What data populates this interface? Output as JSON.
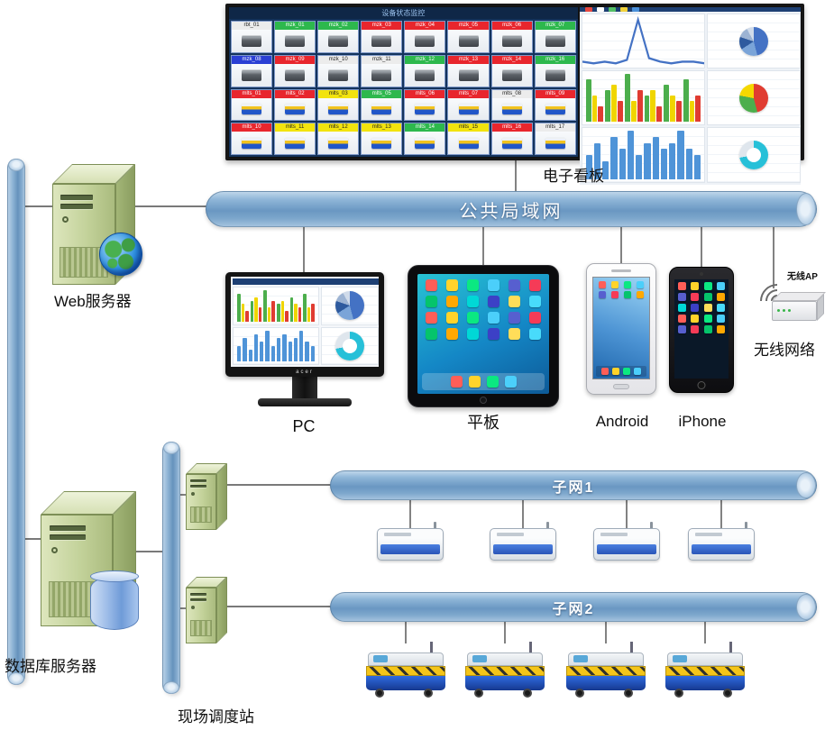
{
  "labels": {
    "kanban": "电子看板",
    "lan": "公共局域网",
    "web_server": "Web服务器",
    "pc": "PC",
    "tablet": "平板",
    "android": "Android",
    "iphone": "iPhone",
    "wireless_ap": "无线AP",
    "wireless_network": "无线网络",
    "db_server": "数据库服务器",
    "dispatch_station": "现场调度站",
    "subnet1": "子网1",
    "subnet2": "子网2"
  },
  "kanban": {
    "title": "设备状态监控",
    "status_colors": {
      "green": "#2db84d",
      "red": "#e8262d",
      "yellow": "#f2e30e",
      "blue": "#2a3fd4",
      "white": "#ececec"
    },
    "legend_colors": [
      "#e8483f",
      "#ffffff",
      "#53c065",
      "#f2d23a",
      "#4a90d9"
    ],
    "tiles": [
      {
        "id": "rbt_01",
        "color": "white",
        "img": "machine"
      },
      {
        "id": "mzk_01",
        "color": "green",
        "img": "machine"
      },
      {
        "id": "mzk_02",
        "color": "green",
        "img": "machine"
      },
      {
        "id": "mzk_03",
        "color": "red",
        "img": "machine"
      },
      {
        "id": "mzk_04",
        "color": "red",
        "img": "machine"
      },
      {
        "id": "mzk_05",
        "color": "red",
        "img": "machine"
      },
      {
        "id": "mzk_06",
        "color": "red",
        "img": "machine"
      },
      {
        "id": "mzk_07",
        "color": "green",
        "img": "machine"
      },
      {
        "id": "mzk_08",
        "color": "blue",
        "img": "machine"
      },
      {
        "id": "mzk_09",
        "color": "red",
        "img": "machine"
      },
      {
        "id": "mzk_10",
        "color": "white",
        "img": "machine"
      },
      {
        "id": "mzk_11",
        "color": "white",
        "img": "machine"
      },
      {
        "id": "mzk_12",
        "color": "green",
        "img": "machine"
      },
      {
        "id": "mzk_13",
        "color": "red",
        "img": "machine"
      },
      {
        "id": "mzk_14",
        "color": "red",
        "img": "machine"
      },
      {
        "id": "mzk_16",
        "color": "green",
        "img": "machine"
      },
      {
        "id": "mlts_01",
        "color": "red",
        "img": "agv"
      },
      {
        "id": "mlts_02",
        "color": "red",
        "img": "agv"
      },
      {
        "id": "mlts_03",
        "color": "yellow",
        "img": "agv"
      },
      {
        "id": "mlts_05",
        "color": "green",
        "img": "agv"
      },
      {
        "id": "mlts_06",
        "color": "red",
        "img": "agv"
      },
      {
        "id": "mlts_07",
        "color": "red",
        "img": "agv"
      },
      {
        "id": "mlts_08",
        "color": "white",
        "img": "agv"
      },
      {
        "id": "mlts_09",
        "color": "red",
        "img": "agv"
      },
      {
        "id": "mlts_10",
        "color": "red",
        "img": "agv"
      },
      {
        "id": "mlts_11",
        "color": "yellow",
        "img": "agv"
      },
      {
        "id": "mlts_12",
        "color": "yellow",
        "img": "agv"
      },
      {
        "id": "mlts_13",
        "color": "yellow",
        "img": "agv"
      },
      {
        "id": "mlts_14",
        "color": "green",
        "img": "agv"
      },
      {
        "id": "mlts_15",
        "color": "yellow",
        "img": "agv"
      },
      {
        "id": "mlts_16",
        "color": "red",
        "img": "agv"
      },
      {
        "id": "mlts_17",
        "color": "white",
        "img": "agv"
      }
    ]
  },
  "pc": {
    "brand": "acer"
  },
  "device_screens": {
    "icon_colors": [
      "#ff5e57",
      "#ffd32a",
      "#0be881",
      "#4bcffa",
      "#575fcf",
      "#f53b57",
      "#05c46b",
      "#ffa801",
      "#00d8d6",
      "#3c40c6",
      "#ffdd59",
      "#48dbfb"
    ]
  },
  "chart_data": [
    {
      "name": "spike-line",
      "type": "line",
      "color": "#4472c4",
      "x": [
        1,
        2,
        3,
        4,
        5,
        6,
        7,
        8,
        9,
        10,
        11,
        12
      ],
      "values": [
        2,
        1,
        2,
        1,
        3,
        26,
        4,
        2,
        1,
        2,
        2,
        1
      ]
    },
    {
      "name": "pie-blue",
      "type": "pie",
      "values": [
        46,
        20,
        14,
        12,
        8
      ],
      "colors": [
        "#4472c4",
        "#7aa4d8",
        "#2e5a9e",
        "#9cb3d3",
        "#d0dbea"
      ]
    },
    {
      "name": "grouped-bars",
      "type": "bar",
      "categories": [
        "1",
        "2",
        "3",
        "4",
        "5",
        "6"
      ],
      "series": [
        {
          "name": "series1",
          "color": "#4cae4c",
          "values": [
            8,
            6,
            9,
            5,
            7,
            8
          ]
        },
        {
          "name": "series2",
          "color": "#f0d500",
          "values": [
            5,
            7,
            4,
            6,
            5,
            4
          ]
        },
        {
          "name": "series3",
          "color": "#e03c31",
          "values": [
            3,
            4,
            6,
            3,
            4,
            5
          ]
        }
      ]
    },
    {
      "name": "pie-ryg",
      "type": "pie",
      "values": [
        46,
        32,
        22
      ],
      "colors": [
        "#e03c31",
        "#4cae4c",
        "#f5d800"
      ]
    },
    {
      "name": "blue-bars",
      "type": "bar",
      "color": "#4f94d8",
      "values": [
        4,
        6,
        3,
        7,
        5,
        8,
        4,
        6,
        7,
        5,
        6,
        8,
        5,
        4
      ]
    },
    {
      "name": "donut-cyan",
      "type": "donut",
      "values": [
        72,
        28
      ],
      "colors": [
        "#27c0d8",
        "#dfe6ed"
      ]
    }
  ]
}
